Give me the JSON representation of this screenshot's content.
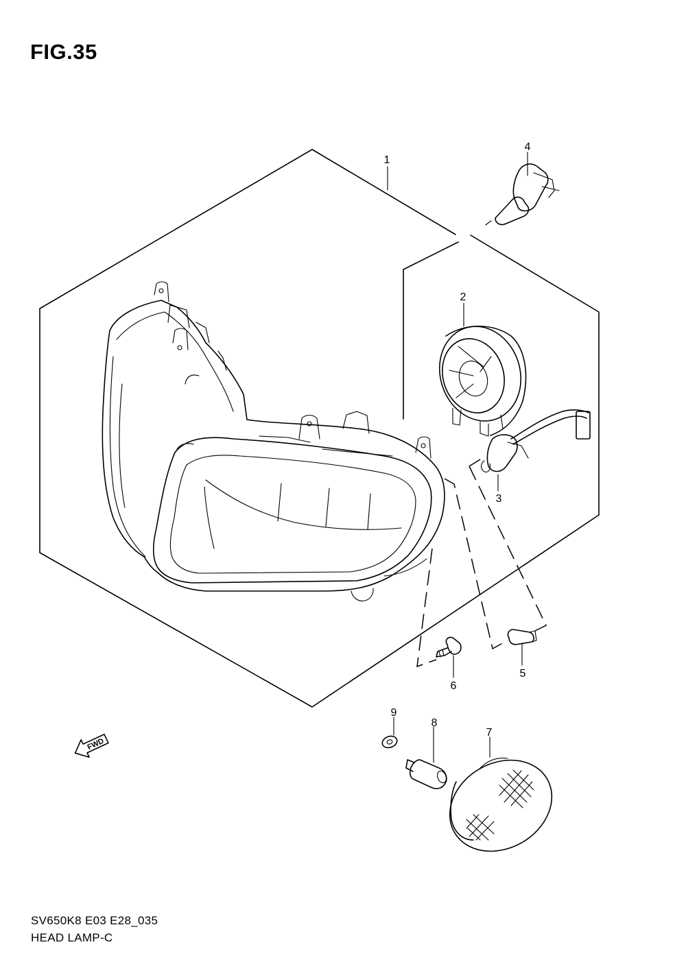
{
  "figure": {
    "title": "FIG.35",
    "code": "SV650K8 E03 E28_035",
    "name": "HEAD LAMP-C"
  },
  "callouts": [
    "1",
    "2",
    "3",
    "4",
    "5",
    "6",
    "7",
    "8",
    "9"
  ],
  "direction_marker": {
    "label": "FWD",
    "icon": "fwd-arrow-icon"
  }
}
